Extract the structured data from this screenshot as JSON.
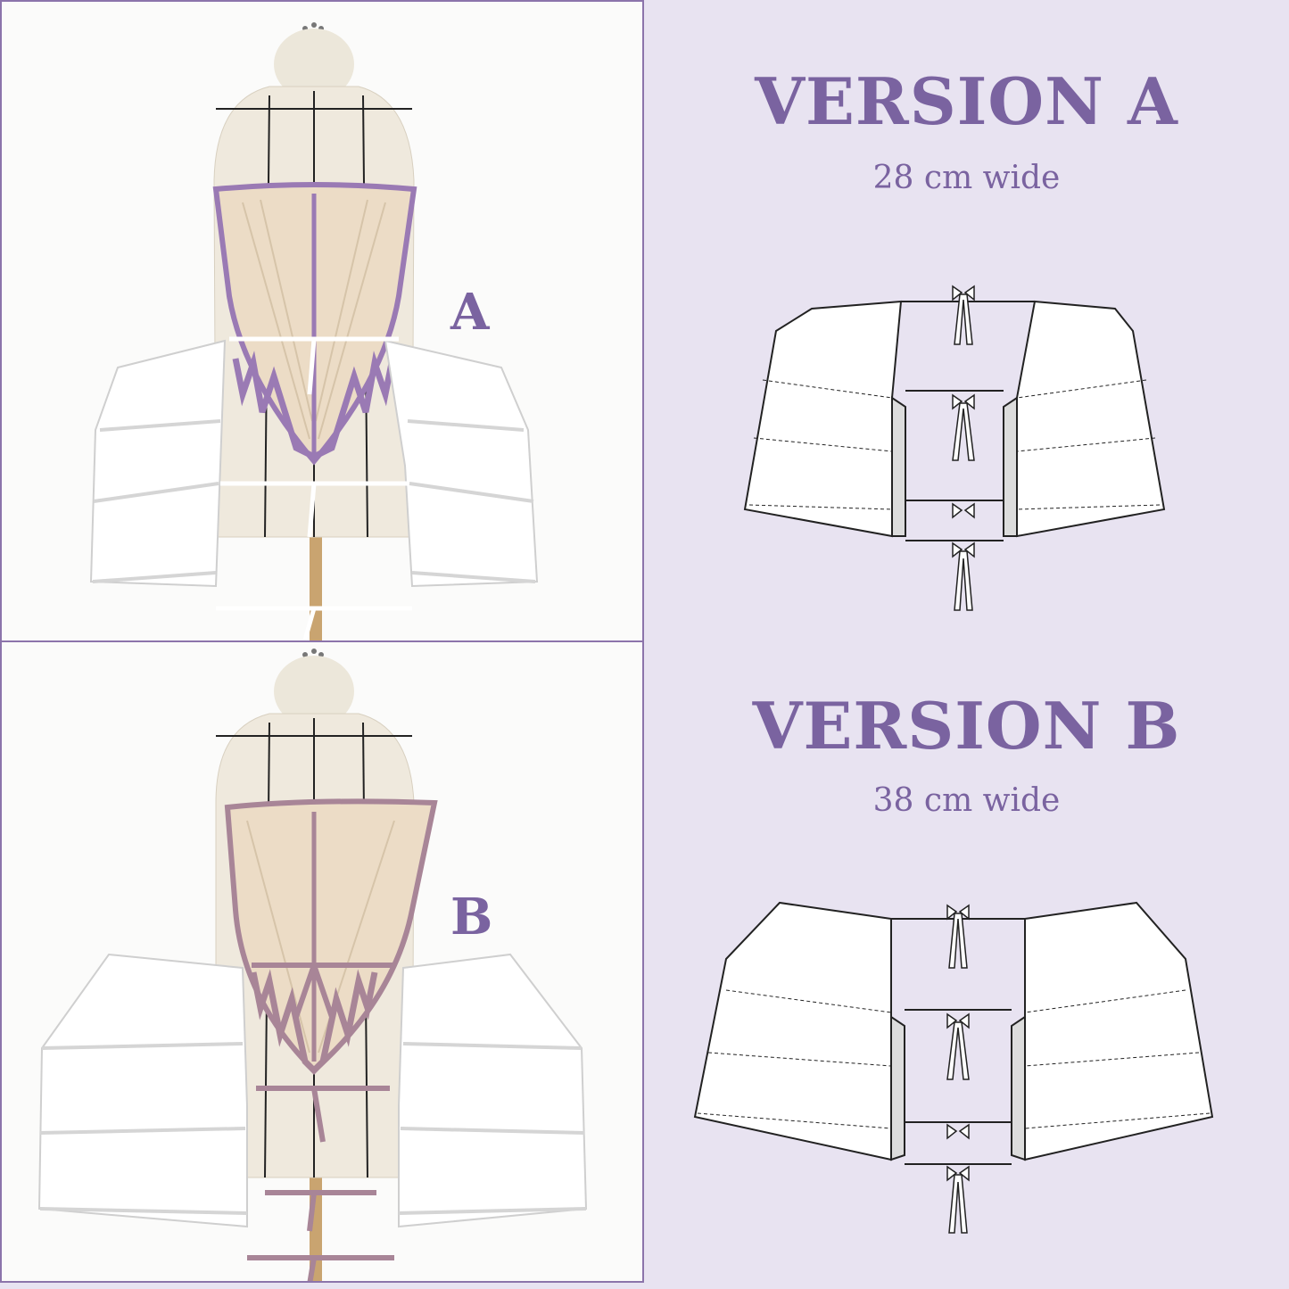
{
  "photos": {
    "a": {
      "letter": "A"
    },
    "b": {
      "letter": "B"
    }
  },
  "versions": {
    "a": {
      "title": "VERSION A",
      "width": "28 cm wide"
    },
    "b": {
      "title": "VERSION B",
      "width": "38 cm wide"
    }
  },
  "colors": {
    "background": "#e8e3f1",
    "accent": "#7a63a0",
    "photo_background": "#fbfbfa",
    "trim_purple": "#9a7ab4",
    "trim_mauve": "#a88597"
  }
}
